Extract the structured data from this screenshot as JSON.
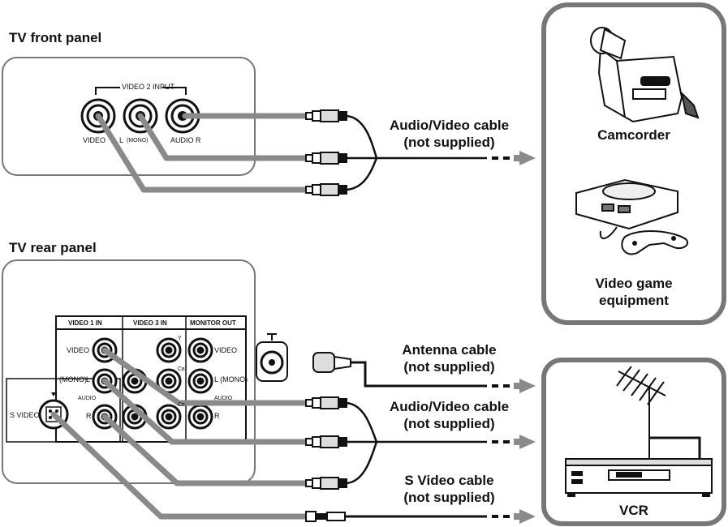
{
  "front_panel": {
    "title": "TV front panel",
    "group_label": "VIDEO 2 INPUT",
    "jack_video": "VIDEO",
    "jack_l": "L",
    "jack_mono": "(MONO)",
    "jack_audio_r": "AUDIO  R"
  },
  "rear_panel": {
    "title": "TV rear panel",
    "video1": "VIDEO 1 IN",
    "video3": "VIDEO 3 IN",
    "monitor_out": "MONITOR OUT",
    "video": "VIDEO",
    "mono": "(MONO)",
    "l": "L",
    "audio": "AUDIO",
    "r": "R",
    "y": "Y",
    "cb": "Cʙ",
    "cr": "Cʀ",
    "s_video": "S VIDEO",
    "video_out": "VIDEO",
    "l_mono_out": "L (MONO)",
    "audio_out": "AUDIO",
    "r_out": "R"
  },
  "cables": {
    "av1_line1": "Audio/Video cable",
    "av1_line2": "(not supplied)",
    "antenna_line1": "Antenna cable",
    "antenna_line2": "(not supplied)",
    "av2_line1": "Audio/Video cable",
    "av2_line2": "(not supplied)",
    "svideo_line1": "S Video cable",
    "svideo_line2": "(not supplied)"
  },
  "devices": {
    "camcorder": "Camcorder",
    "game_line1": "Video game",
    "game_line2": "equipment",
    "vcr": "VCR"
  },
  "colors": {
    "cable_gray": "#8a8a8a",
    "outline": "#777777",
    "ink": "#111111"
  }
}
